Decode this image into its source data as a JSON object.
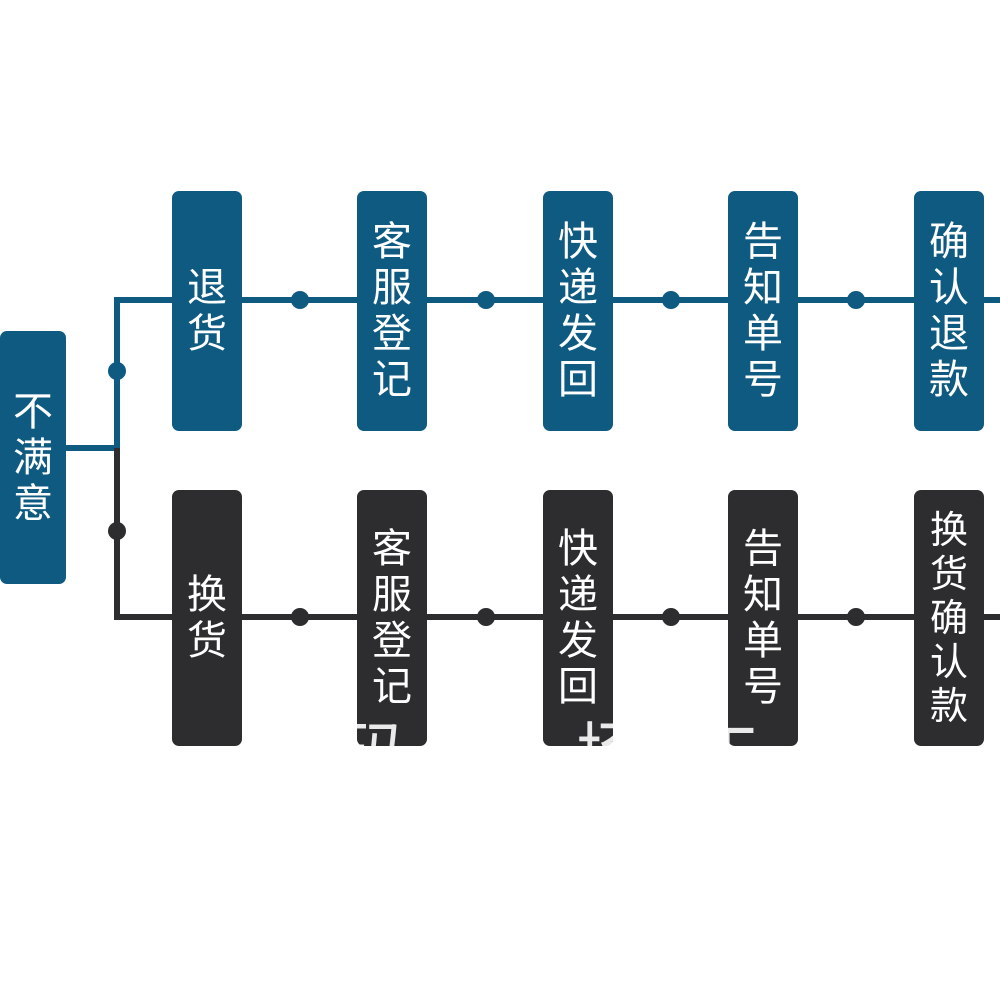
{
  "colors": {
    "return_path": "#0f5a80",
    "exchange_path": "#2d2d2f",
    "root": "#0f5a80"
  },
  "root": {
    "label": "不满意"
  },
  "branches": [
    {
      "id": "return",
      "color": "#0f5a80",
      "steps": [
        "退货",
        "客服登记",
        "快递发回",
        "告知单号",
        "确认退款"
      ]
    },
    {
      "id": "exchange",
      "color": "#2d2d2f",
      "steps": [
        "换货",
        "客服登记",
        "快递发回",
        "告知单号",
        "换货确认款"
      ]
    }
  ],
  "watermark": "码市场工"
}
